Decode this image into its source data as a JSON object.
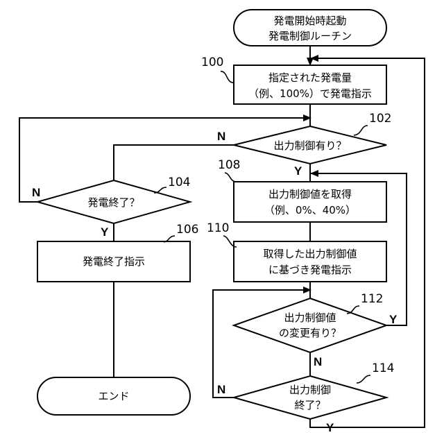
{
  "nodes": {
    "start": {
      "lines": [
        "発電開始時起動",
        "発電制御ルーチン"
      ]
    },
    "s100": {
      "ref": "100",
      "lines": [
        "指定された発電量",
        "（例、100%）で発電指示"
      ]
    },
    "d102": {
      "ref": "102",
      "lines": [
        "出力制御有り？"
      ]
    },
    "d104": {
      "ref": "104",
      "lines": [
        "発電終了？"
      ]
    },
    "s106": {
      "ref": "106",
      "lines": [
        "発電終了指示"
      ]
    },
    "s108": {
      "ref": "108",
      "lines": [
        "出力制御値を取得",
        "（例、0%、40%）"
      ]
    },
    "s110": {
      "ref": "110",
      "lines": [
        "取得した出力制御値",
        "に基づき発電指示"
      ]
    },
    "d112": {
      "ref": "112",
      "lines": [
        "出力制御値",
        "の変更有り？"
      ]
    },
    "d114": {
      "ref": "114",
      "lines": [
        "出力制御",
        "終了？"
      ]
    },
    "end": {
      "lines": [
        "エンド"
      ]
    }
  },
  "branch_labels": {
    "d102_no": "N",
    "d102_yes": "Y",
    "d104_no": "N",
    "d104_yes": "Y",
    "d112_yes": "Y",
    "d112_no": "N",
    "d114_no": "N",
    "d114_yes": "Y"
  },
  "colors": {
    "stroke": "#000000",
    "fill": "#ffffff"
  }
}
